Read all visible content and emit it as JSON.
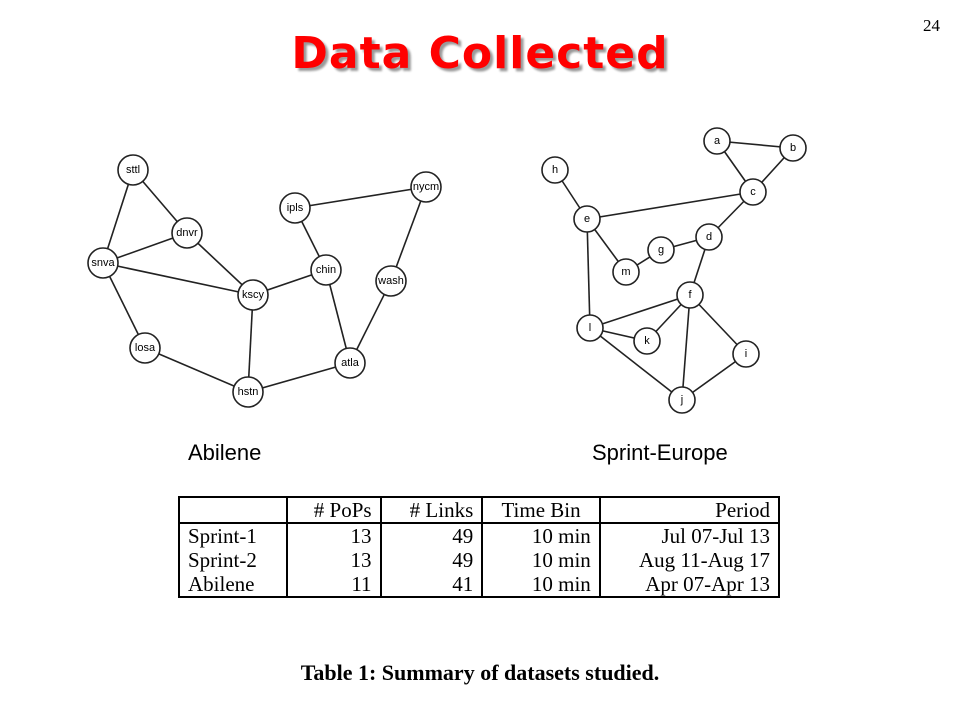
{
  "slide": {
    "number": "24",
    "title": "Data Collected"
  },
  "abilene": {
    "caption": "Abilene",
    "nodes": [
      "sttl",
      "dnvr",
      "snva",
      "kscy",
      "losa",
      "hstn",
      "ipls",
      "nycm",
      "chin",
      "wash",
      "atla"
    ],
    "edges": [
      [
        "sttl",
        "snva"
      ],
      [
        "sttl",
        "dnvr"
      ],
      [
        "dnvr",
        "snva"
      ],
      [
        "dnvr",
        "kscy"
      ],
      [
        "snva",
        "kscy"
      ],
      [
        "snva",
        "losa"
      ],
      [
        "losa",
        "hstn"
      ],
      [
        "kscy",
        "hstn"
      ],
      [
        "kscy",
        "chin"
      ],
      [
        "chin",
        "ipls"
      ],
      [
        "ipls",
        "nycm"
      ],
      [
        "nycm",
        "wash"
      ],
      [
        "wash",
        "atla"
      ],
      [
        "chin",
        "atla"
      ],
      [
        "atla",
        "hstn"
      ]
    ]
  },
  "sprint_europe": {
    "caption": "Sprint-Europe",
    "nodes": [
      "a",
      "b",
      "c",
      "h",
      "e",
      "d",
      "g",
      "m",
      "f",
      "l",
      "k",
      "i",
      "j"
    ],
    "edges": [
      [
        "a",
        "b"
      ],
      [
        "a",
        "c"
      ],
      [
        "b",
        "c"
      ],
      [
        "c",
        "e"
      ],
      [
        "c",
        "d"
      ],
      [
        "h",
        "e"
      ],
      [
        "e",
        "m"
      ],
      [
        "e",
        "l"
      ],
      [
        "m",
        "g"
      ],
      [
        "g",
        "d"
      ],
      [
        "d",
        "f"
      ],
      [
        "f",
        "l"
      ],
      [
        "f",
        "k"
      ],
      [
        "f",
        "j"
      ],
      [
        "f",
        "i"
      ],
      [
        "l",
        "k"
      ],
      [
        "l",
        "j"
      ],
      [
        "i",
        "j"
      ]
    ]
  },
  "table": {
    "headers": [
      "",
      "# PoPs",
      "# Links",
      "Time Bin",
      "Period"
    ],
    "rows": [
      [
        "Sprint-1",
        "13",
        "49",
        "10 min",
        "Jul 07-Jul 13"
      ],
      [
        "Sprint-2",
        "13",
        "49",
        "10 min",
        "Aug 11-Aug 17"
      ],
      [
        "Abilene",
        "11",
        "41",
        "10 min",
        "Apr 07-Apr 13"
      ]
    ],
    "caption": "Table 1: Summary of datasets studied."
  }
}
